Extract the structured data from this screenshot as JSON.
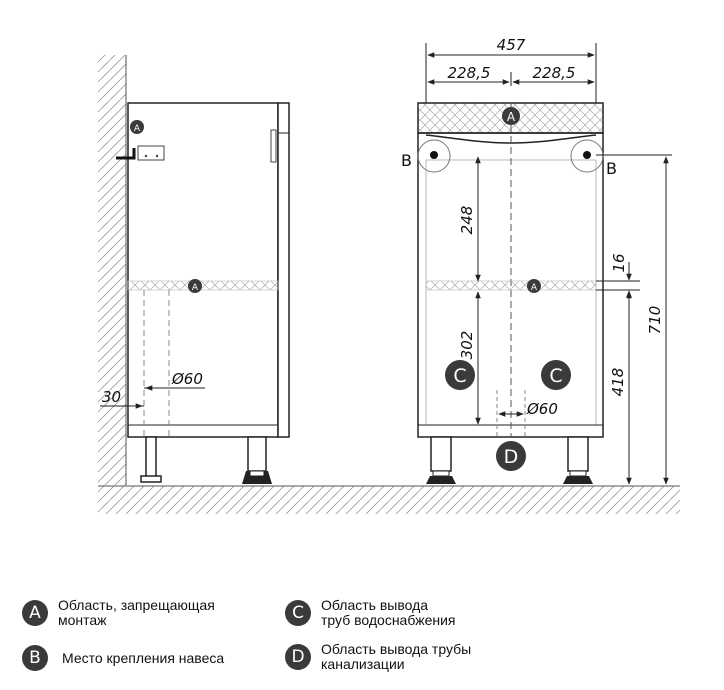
{
  "dims": {
    "total_width": "457",
    "half_left": "228,5",
    "half_right": "228,5",
    "mount_to_shelf": "248",
    "shelf_thickness": "16",
    "height_total": "710",
    "shelf_to_floor": "418",
    "lower_section": "302",
    "pipe_diam_side": "Ø60",
    "pipe_diam_front": "Ø60",
    "wall_offset": "30"
  },
  "markers": {
    "A": "A",
    "B": "B",
    "C": "C",
    "D": "D"
  },
  "legend": [
    {
      "badge": "A",
      "text": "Область, запрещающая\nмонтаж"
    },
    {
      "badge": "B",
      "text": "Место крепления навеса"
    },
    {
      "badge": "C",
      "text": "Область вывода\nтруб водоснабжения"
    },
    {
      "badge": "D",
      "text": "Область вывода трубы\nканализации"
    }
  ],
  "colors": {
    "line": "#222222",
    "badge": "#3a3a3a",
    "forbidden_zone": "#cfcfcf"
  }
}
